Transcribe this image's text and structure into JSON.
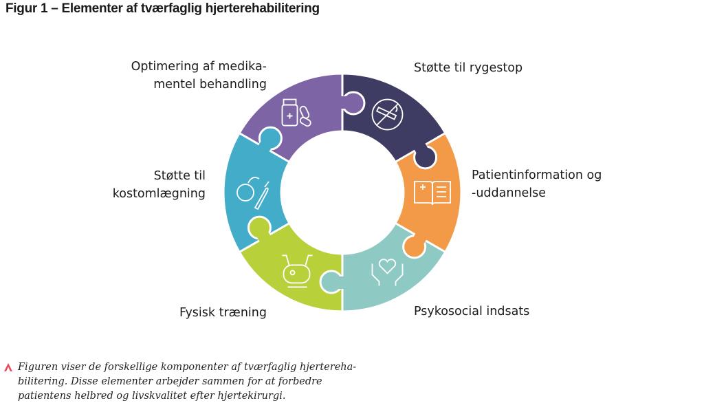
{
  "title": "Figur 1 – Elementer af tværfaglig hjerterehabilitering",
  "segments": [
    {
      "label": [
        "Støtte til rygestop"
      ],
      "color": "#3e3c62",
      "icon": "no-smoking-icon"
    },
    {
      "label": [
        "Patientinformation og",
        "-uddannelse"
      ],
      "color": "#f39a48",
      "icon": "medical-book-icon"
    },
    {
      "label": [
        "Psykosocial indsats"
      ],
      "color": "#8ecac3",
      "icon": "heart-hands-icon"
    },
    {
      "label": [
        "Fysisk træning"
      ],
      "color": "#b8d03a",
      "icon": "exercise-bike-icon"
    },
    {
      "label": [
        "Støtte til",
        "kostomlægning"
      ],
      "color": "#43acc8",
      "icon": "fruit-vegetable-icon"
    },
    {
      "label": [
        "Optimering af medika-",
        "mentel behandling"
      ],
      "color": "#7d65a5",
      "icon": "medicine-bottle-icon"
    }
  ],
  "caption": "Figuren viser de forskellige komponenter af tværfaglig hjerterehabilitering. Disse elementer arbejder sammen for at forbedre patientens helbred og livskvalitet efter hjertekirurgi.",
  "caption_lines": [
    "Figuren viser de forskellige komponenter af tværfaglig hjertereha-",
    "bilitering. Disse elementer arbejder sammen for at forbedre",
    "patientens helbred og livskvalitet efter hjertekirurgi."
  ],
  "accent_color": "#e8485a"
}
